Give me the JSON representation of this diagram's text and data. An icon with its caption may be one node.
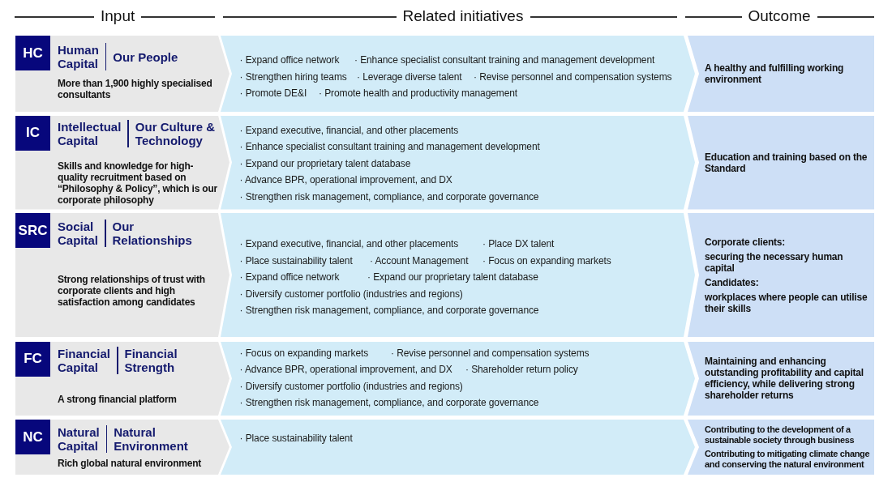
{
  "diagram": {
    "nodes": [
      {
        "text": [
          "Human Capital",
          "Our People",
          "More than 1,900 highly specialised consultants"
        ]
      },
      {
        "text": [
          "HC"
        ],
        "in": 0
      },
      {
        "text": [
          "· Expand office network",
          "· Enhance specialist consultant training and management development",
          "· Strengthen hiring teams",
          "· Leverage diverse talent",
          "· Revise personnel and compensation systems",
          "· Promote DE&I",
          "· Promote health and productivity management"
        ]
      },
      {
        "text": [
          "A healthy and fulfilling working environment"
        ]
      },
      {
        "text": [
          "Intellectual Capital",
          "Our Culture & Technology",
          "Skills and knowledge for high-quality recruitment based on “Philosophy & Policy”, which is our corporate philosophy"
        ]
      },
      {
        "text": [
          "IC"
        ],
        "in": 4
      },
      {
        "text": [
          "· Expand executive, financial, and other placements",
          "· Enhance specialist consultant training and management development",
          "· Expand our proprietary talent database",
          "· Advance BPR, operational improvement, and DX",
          "· Strengthen risk management, compliance, and corporate governance"
        ]
      },
      {
        "text": [
          "Education and training based on the Standard"
        ]
      },
      {
        "text": [
          "Social Capital",
          "Our Relationships",
          "Strong relationships of trust with corporate clients and high satisfaction among candidates"
        ]
      },
      {
        "text": [
          "SRC"
        ],
        "in": 8
      },
      {
        "text": [
          "· Expand executive, financial, and other placements",
          "· Place DX talent",
          "· Place sustainability talent",
          "· Account Management",
          "· Focus on expanding markets",
          "· Expand office network",
          "· Expand our proprietary talent database",
          "· Diversify customer portfolio (industries and regions)",
          "· Strengthen risk management, compliance, and corporate governance"
        ]
      },
      {
        "text": [
          "Corporate clients:",
          "securing the necessary human capital",
          "Candidates:",
          "workplaces where people can utilise their skills"
        ]
      },
      {
        "text": [
          "Financial Capital",
          "Financial Strength",
          "A strong financial platform"
        ]
      },
      {
        "text": [
          "FC"
        ],
        "in": 12
      },
      {
        "text": [
          "· Focus on expanding markets",
          "· Revise personnel and compensation systems",
          "· Advance BPR, operational improvement, and DX",
          "· Shareholder return policy",
          "· Diversify customer portfolio (industries and regions)",
          "· Strengthen risk management, compliance, and corporate governance"
        ]
      },
      {
        "text": [
          "Maintaining and enhancing outstanding profitability and capital efficiency, while delivering strong shareholder returns"
        ]
      },
      {
        "text": [
          "Natural Capital",
          "Natural Environment",
          "Rich global natural environment"
        ]
      },
      {
        "text": [
          "NC"
        ],
        "in": 16
      },
      {
        "text": [
          "· Place sustainability talent"
        ]
      },
      {
        "text": [
          "Contributing to the development of a sustainable society through business",
          "Contributing to mitigating climate change and conserving the natural environment"
        ]
      }
    ],
    "labels": [
      "Input",
      "Related initiatives",
      "Outcome"
    ]
  }
}
